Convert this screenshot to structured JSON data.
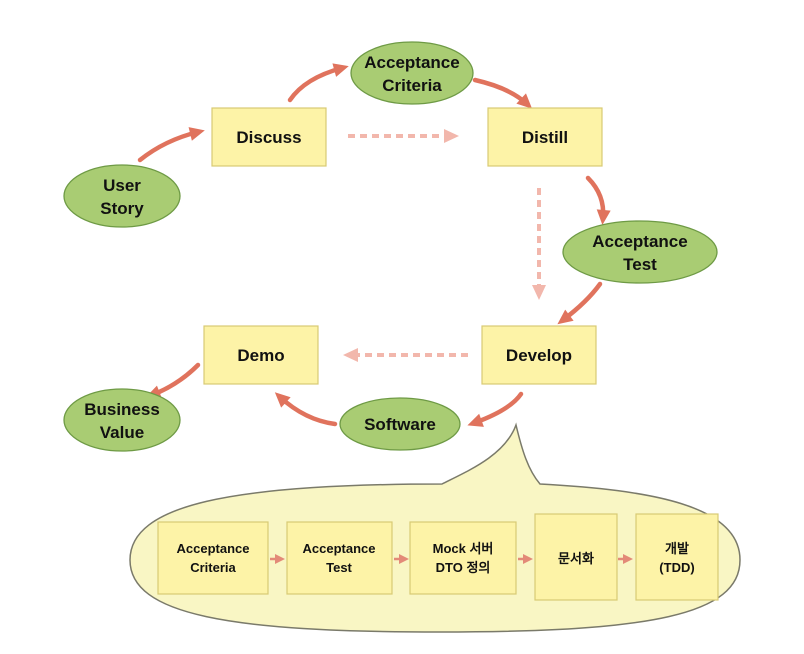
{
  "nodes": {
    "user_story": [
      "User",
      "Story"
    ],
    "discuss": "Discuss",
    "acceptance_criteria": [
      "Acceptance",
      "Criteria"
    ],
    "distill": "Distill",
    "acceptance_test": [
      "Acceptance",
      "Test"
    ],
    "develop": "Develop",
    "software": "Software",
    "demo": "Demo",
    "business_value": [
      "Business",
      "Value"
    ]
  },
  "steps": [
    [
      "Acceptance",
      "Criteria"
    ],
    [
      "Acceptance",
      "Test"
    ],
    [
      "Mock 서버",
      "DTO 정의"
    ],
    [
      "문서화"
    ],
    [
      "개발",
      "(TDD)"
    ]
  ],
  "colors": {
    "box_fill": "#fdf3a7",
    "ellipse_fill": "#a9cc73",
    "arrow": "#e0735d",
    "dashed_arrow": "#f2b7ac",
    "bubble_fill": "#f9f6c4"
  }
}
